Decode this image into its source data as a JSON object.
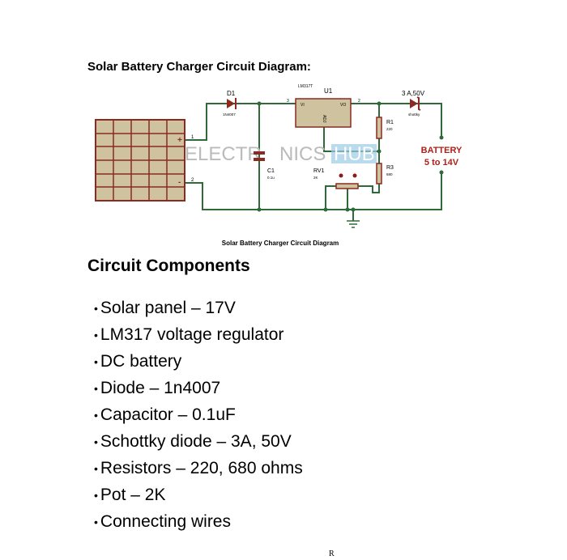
{
  "title": "Solar Battery Charger Circuit Diagram:",
  "diagram": {
    "caption": "Solar Battery Charger Circuit Diagram",
    "watermark_left": "ELECTR",
    "watermark_mid": "NICS",
    "watermark_right": "HUB",
    "labels": {
      "d1": "D1",
      "d1_part": "1N4007",
      "u1": "U1",
      "u1_part": "LM317T",
      "vi": "VI",
      "vo": "VO",
      "adj": "ADJ",
      "pin3": "3",
      "pin2": "2",
      "pin_plus": "+",
      "pin_minus": "-",
      "pin1": "1",
      "pin2b": "2",
      "c1": "C1",
      "c1_val": "0.1u",
      "rv1": "RV1",
      "rv1_val": "2K",
      "r1": "R1",
      "r1_val": "220",
      "r3": "R3",
      "r3_val": "680",
      "schottky_rating": "3 A,50V",
      "schottky_part": "shottky",
      "battery": "BATTERY",
      "battery_range": "5 to 14V"
    },
    "colors": {
      "wire": "#2e6b38",
      "component": "#8b2a20",
      "fill": "#cfc29e",
      "battery_text": "#b0201a"
    }
  },
  "heading": "Circuit Components",
  "components": [
    "Solar panel – 17V",
    "LM317 voltage regulator",
    "DC battery",
    "Diode – 1n4007",
    "Capacitor – 0.1uF",
    "Schottky diode – 3A, 50V",
    "Resistors – 220, 680 ohms",
    "Pot – 2K",
    "Connecting wires"
  ],
  "bullet": "•",
  "footer_mark": "R"
}
